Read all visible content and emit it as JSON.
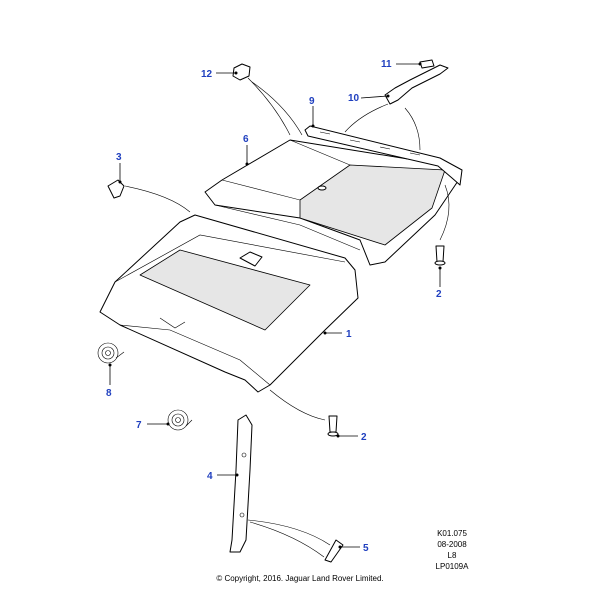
{
  "callouts": {
    "c1": "1",
    "c2a": "2",
    "c2b": "2",
    "c3": "3",
    "c4": "4",
    "c5": "5",
    "c6": "6",
    "c7": "7",
    "c8": "8",
    "c9": "9",
    "c10": "10",
    "c11": "11",
    "c12": "12"
  },
  "reference": {
    "code": "K01.075",
    "date": "08-2008",
    "revision": "L8",
    "plate": "LP0109A"
  },
  "copyright": "© Copyright, 2016. Jaguar Land Rover Limited.",
  "colors": {
    "callout": "#1f3fbf",
    "line": "#000000",
    "background": "#ffffff"
  }
}
